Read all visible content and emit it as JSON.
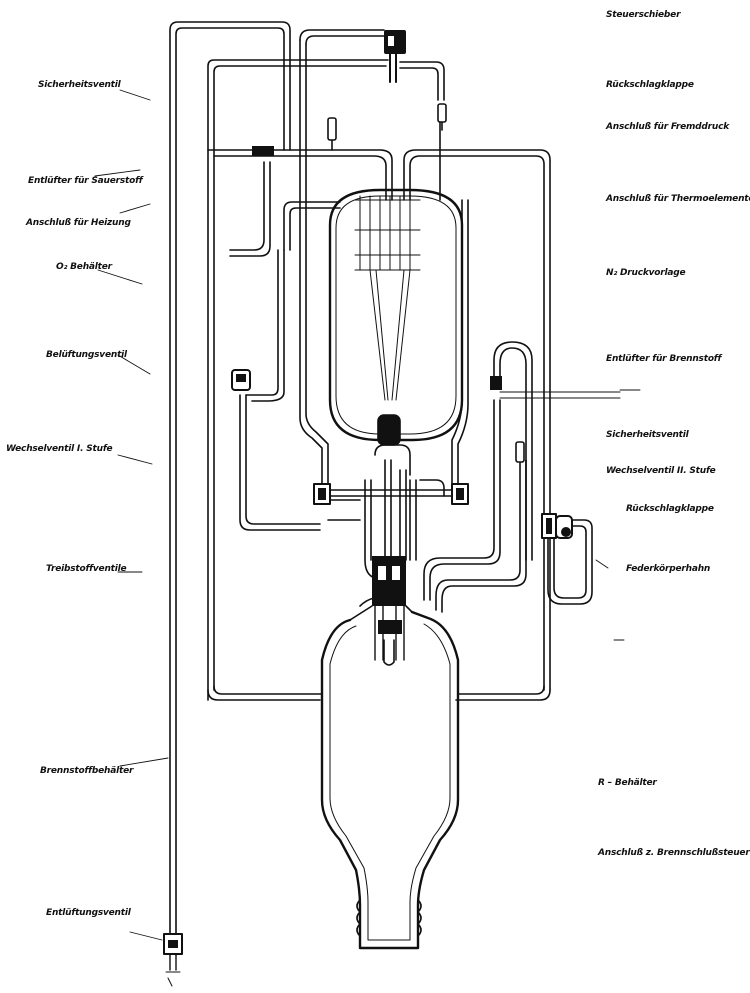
{
  "labels_right": {
    "steuerschieber": "Steuerschieber",
    "rueckschlagklappe": "Rückschlagklappe",
    "fremddruck": "Anschluß für Fremddruck",
    "thermoelemente": "Anschluß für Thermoelemente",
    "n2_druckvorlage": "N₂ Druckvorlage",
    "entluefter_brennstoff": "Entlüfter für Brennstoff",
    "sicherheitsventil": "Sicherheitsventil",
    "wechselventil_2": "Wechselventil  II. Stufe",
    "rueckschlagklappe_2": "Rückschlagklappe",
    "federkoerperhahn": "Federkörperhahn",
    "r_behaelter": "R – Behälter",
    "brennschluss": "Anschluß z. Brennschlußsteuerung"
  },
  "labels_left": {
    "sicherheitsventil": "Sicherheitsventil",
    "entluefter_sauerstoff": "Entlüfter für Sauerstoff",
    "anschluss_heizung": "Anschluß für Heizung",
    "o2_behaelter": "O₂ Behälter",
    "belueftungsventil": "Belüftungsventil",
    "wechselventil_1": "Wechselventil   I. Stufe",
    "treibstoffventile": "Treibstoffventile",
    "brennstoffbehaelter": "Brennstoffbehälter",
    "entlueftungsventil": "Entlüftungsventil"
  },
  "colors": {
    "ink": "#111111",
    "paper": "#ffffff"
  }
}
